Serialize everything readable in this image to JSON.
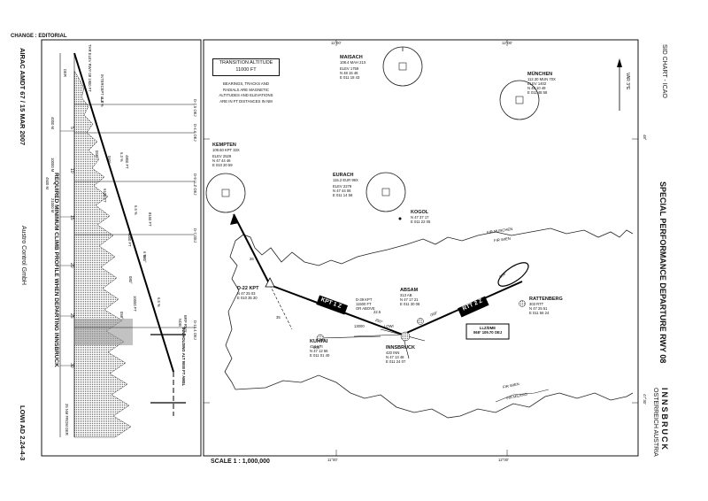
{
  "header": {
    "change_note": "CHANGE : EDITORIAL"
  },
  "left_margin": {
    "airac": "AIRAC AMDT 67 / 15 MAR 2007",
    "publisher": "Austro Control GmbH",
    "page_id": "LOWI AD 2.24-4-3"
  },
  "right_margin": {
    "chart_type": "SID CHART - ICAO",
    "chart_title": "SPECIAL PERFORMANCE DEPARTURE RWY 08",
    "airport": "INNSBRUCK",
    "country": "OSTERREICH AUSTRIA",
    "variation": "VAR 3°E"
  },
  "profile": {
    "title": "REQUIRED MINIMUM CLIMB PROFILE WHEN DEPARTING INNSBRUCK",
    "thr_elev": "THR ELEV RWY 08 1900 FT",
    "x_axis_label": "25 NM FROM DER",
    "distance_ticks": [
      "5",
      "10",
      "15",
      "20",
      "25",
      "30"
    ],
    "fixes": [
      "D-7.5 OEJ",
      "D-4.6 OEJ",
      "D-9 LLZ OEJ",
      "D-7 OEJ",
      "D-15.4 OEJ"
    ],
    "distances": [
      "4000 M",
      "10000 M",
      "4500 M",
      "21000 M"
    ],
    "gradients": [
      "6.8 %",
      "6.5 %",
      "6.3 %",
      "6 %",
      "6.5 %"
    ],
    "altitudes": [
      "4800 FT",
      "6100 FT",
      "8150 FT",
      "9000 FT",
      "10000 FT"
    ],
    "tracks": [
      "058°",
      "060°",
      "080°",
      "080°",
      "058°"
    ],
    "holding_note": "INN HOLDING ALT 9000 FT AMSL",
    "labels": [
      "DER",
      "INTERCEPT LLZ",
      "BRP RWY",
      "NDB"
    ]
  },
  "map": {
    "transition_box": {
      "line1": "TRANSITION ALTITUDE",
      "line2": "11000 FT"
    },
    "note": "BEARINGS, TRACKS AND RADIALS ARE MAGNETIC ALTITUDES AND ELEVATIONS ARE IN FT DISTANCES IN NM",
    "grid_top": [
      "11°00'",
      "12°00'"
    ],
    "grid_bottom": [
      "11°00'",
      "12°00'"
    ],
    "grid_side": [
      "48°",
      "47°30'"
    ],
    "scale": "SCALE 1 : 1,000,000",
    "fir_labels": [
      "FIR MUNCHEN",
      "FIR WIEN",
      "FIR WIEN",
      "FIR MILANO"
    ],
    "stations": [
      {
        "name": "MAISACH",
        "freq": "108.4 MAH 21X",
        "elev": "ELEV 1759",
        "lat": "N 48 15 46",
        "lon": "E 011 18 43"
      },
      {
        "name": "MÜNCHEN",
        "freq": "112.30 MUN 70X",
        "elev": "ELEV 1402",
        "lat": "N 48 10 49",
        "lon": "E 011 48 58"
      },
      {
        "name": "KEMPTEN",
        "freq": "109.60 KPT 33X",
        "elev": "ELEV 2529",
        "lat": "N 47 44 46",
        "lon": "E 010 20 59"
      },
      {
        "name": "EURACH",
        "freq": "115.2 EUR 99X",
        "elev": "ELEV 2279",
        "lat": "N 47 44 06",
        "lon": "E 011 14 58"
      }
    ],
    "kogol": {
      "name": "KOGOL",
      "lat": "N 47 37 17",
      "lon": "E 011 22 05"
    },
    "absam": {
      "name": "ABSAM",
      "freq": "313 AB",
      "lat": "N 47 17 21",
      "lon": "E 011 30 08"
    },
    "rattenberg": {
      "name": "RATTENBERG",
      "freq": "303 RTT",
      "lat": "N 47 25 51",
      "lon": "E 011 56 24"
    },
    "kuhtai": {
      "name": "KUHTAI",
      "freq": "413 KTI",
      "lat": "N 47 12 56",
      "lon": "E 011 01 40"
    },
    "innsbruck": {
      "name": "INNSBRUCK",
      "freq": "420 INN",
      "lat": "N 47 13 48",
      "lon": "E 011 24 07"
    },
    "d22": {
      "name": "D-22 KPT",
      "lat": "N 47 25 03",
      "lon": "E 010 35 30"
    },
    "d39": {
      "name": "D-39 KPT",
      "alt": "11500 FT",
      "note": "OR ABOVE"
    },
    "llz_box": {
      "line1": "LLZ/DME",
      "line2": "068° 109.70 OEJ"
    },
    "route_labels": {
      "kpt": "KPT 1 Z",
      "rtt": "RTT 2 Z"
    },
    "track_labels": [
      "068°",
      "250°",
      "068°",
      "069°",
      "13000",
      "LOWI"
    ],
    "route_numbers": [
      "26",
      "22.5",
      "35"
    ]
  }
}
